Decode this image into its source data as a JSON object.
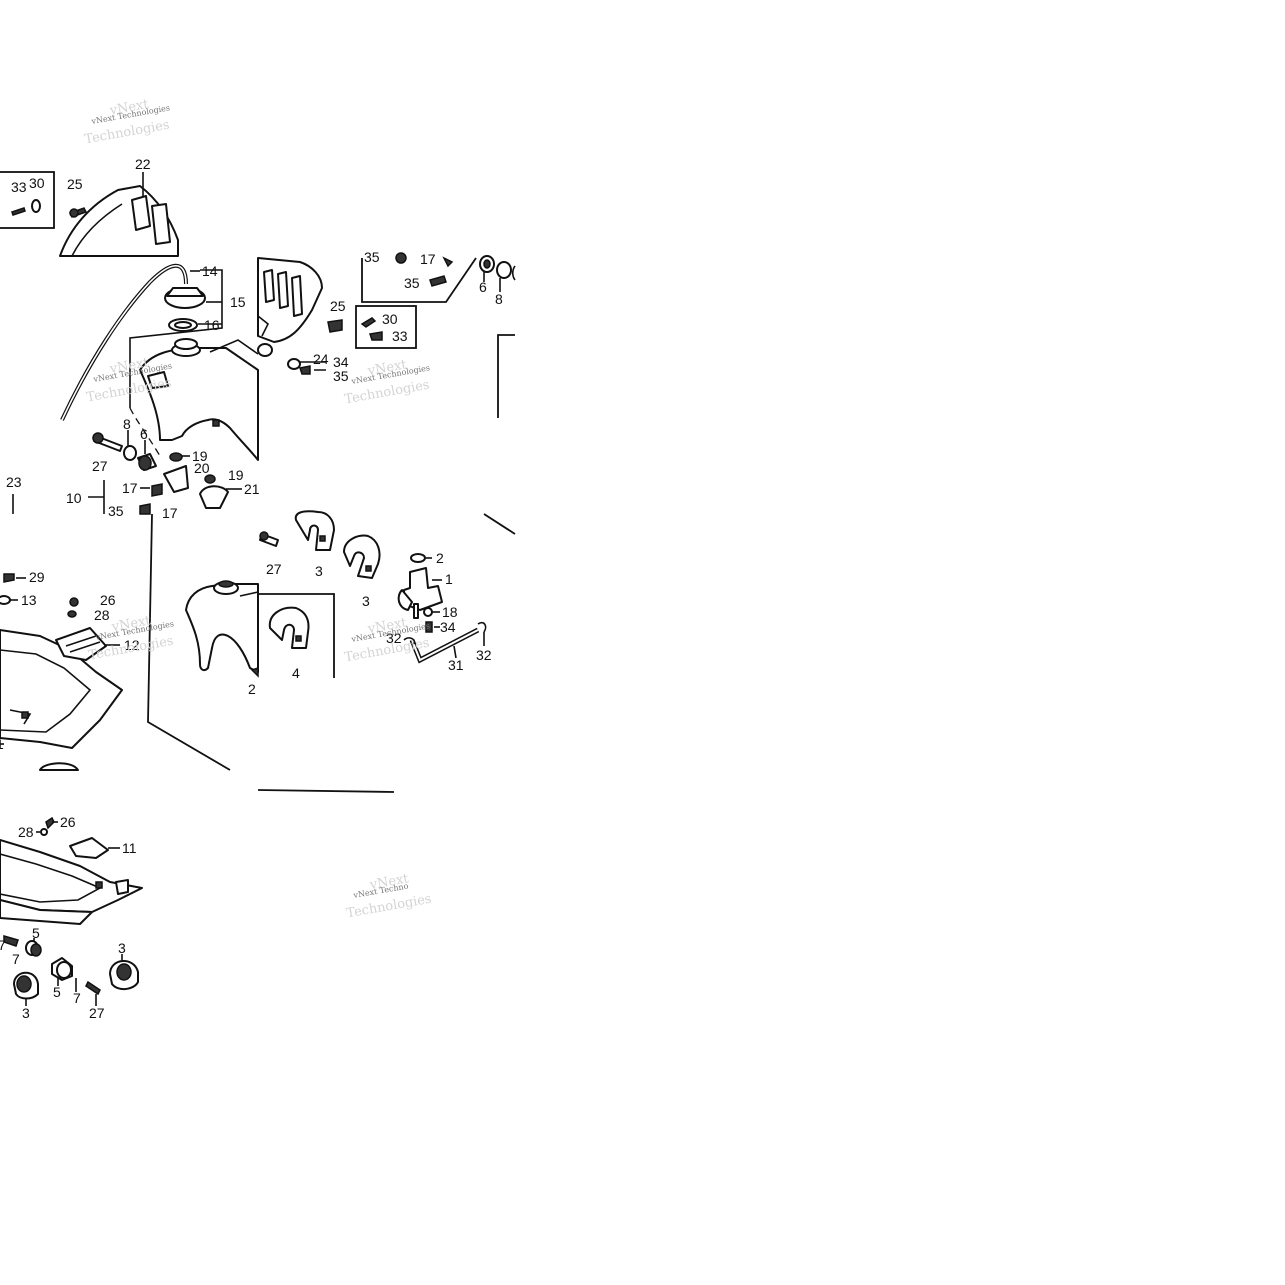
{
  "watermark": {
    "text": "vNext Technologies",
    "echo_word_1": "vNext",
    "echo_word_2": "Technologies",
    "mark_texts": [
      "vNext Technologies",
      "vNext Technologies",
      "vNext Technologies",
      "vNext Technologies",
      "vNext Technologies",
      "vNext Techno"
    ]
  },
  "callouts": [
    "22",
    "33",
    "30",
    "25",
    "14",
    "15",
    "16",
    "27",
    "8",
    "6",
    "19",
    "20",
    "19",
    "21",
    "17",
    "10",
    "35",
    "17",
    "35",
    "17",
    "35",
    "6",
    "8",
    "25",
    "30",
    "33",
    "24",
    "34",
    "35",
    "23",
    "29",
    "13",
    "26",
    "28",
    "12",
    "1",
    "27",
    "3",
    "3",
    "2",
    "1",
    "4",
    "18",
    "34",
    "32",
    "31",
    "32",
    "2",
    "28",
    "26",
    "11",
    "7",
    "5",
    "7",
    "5",
    "7",
    "27",
    "3",
    "3"
  ]
}
